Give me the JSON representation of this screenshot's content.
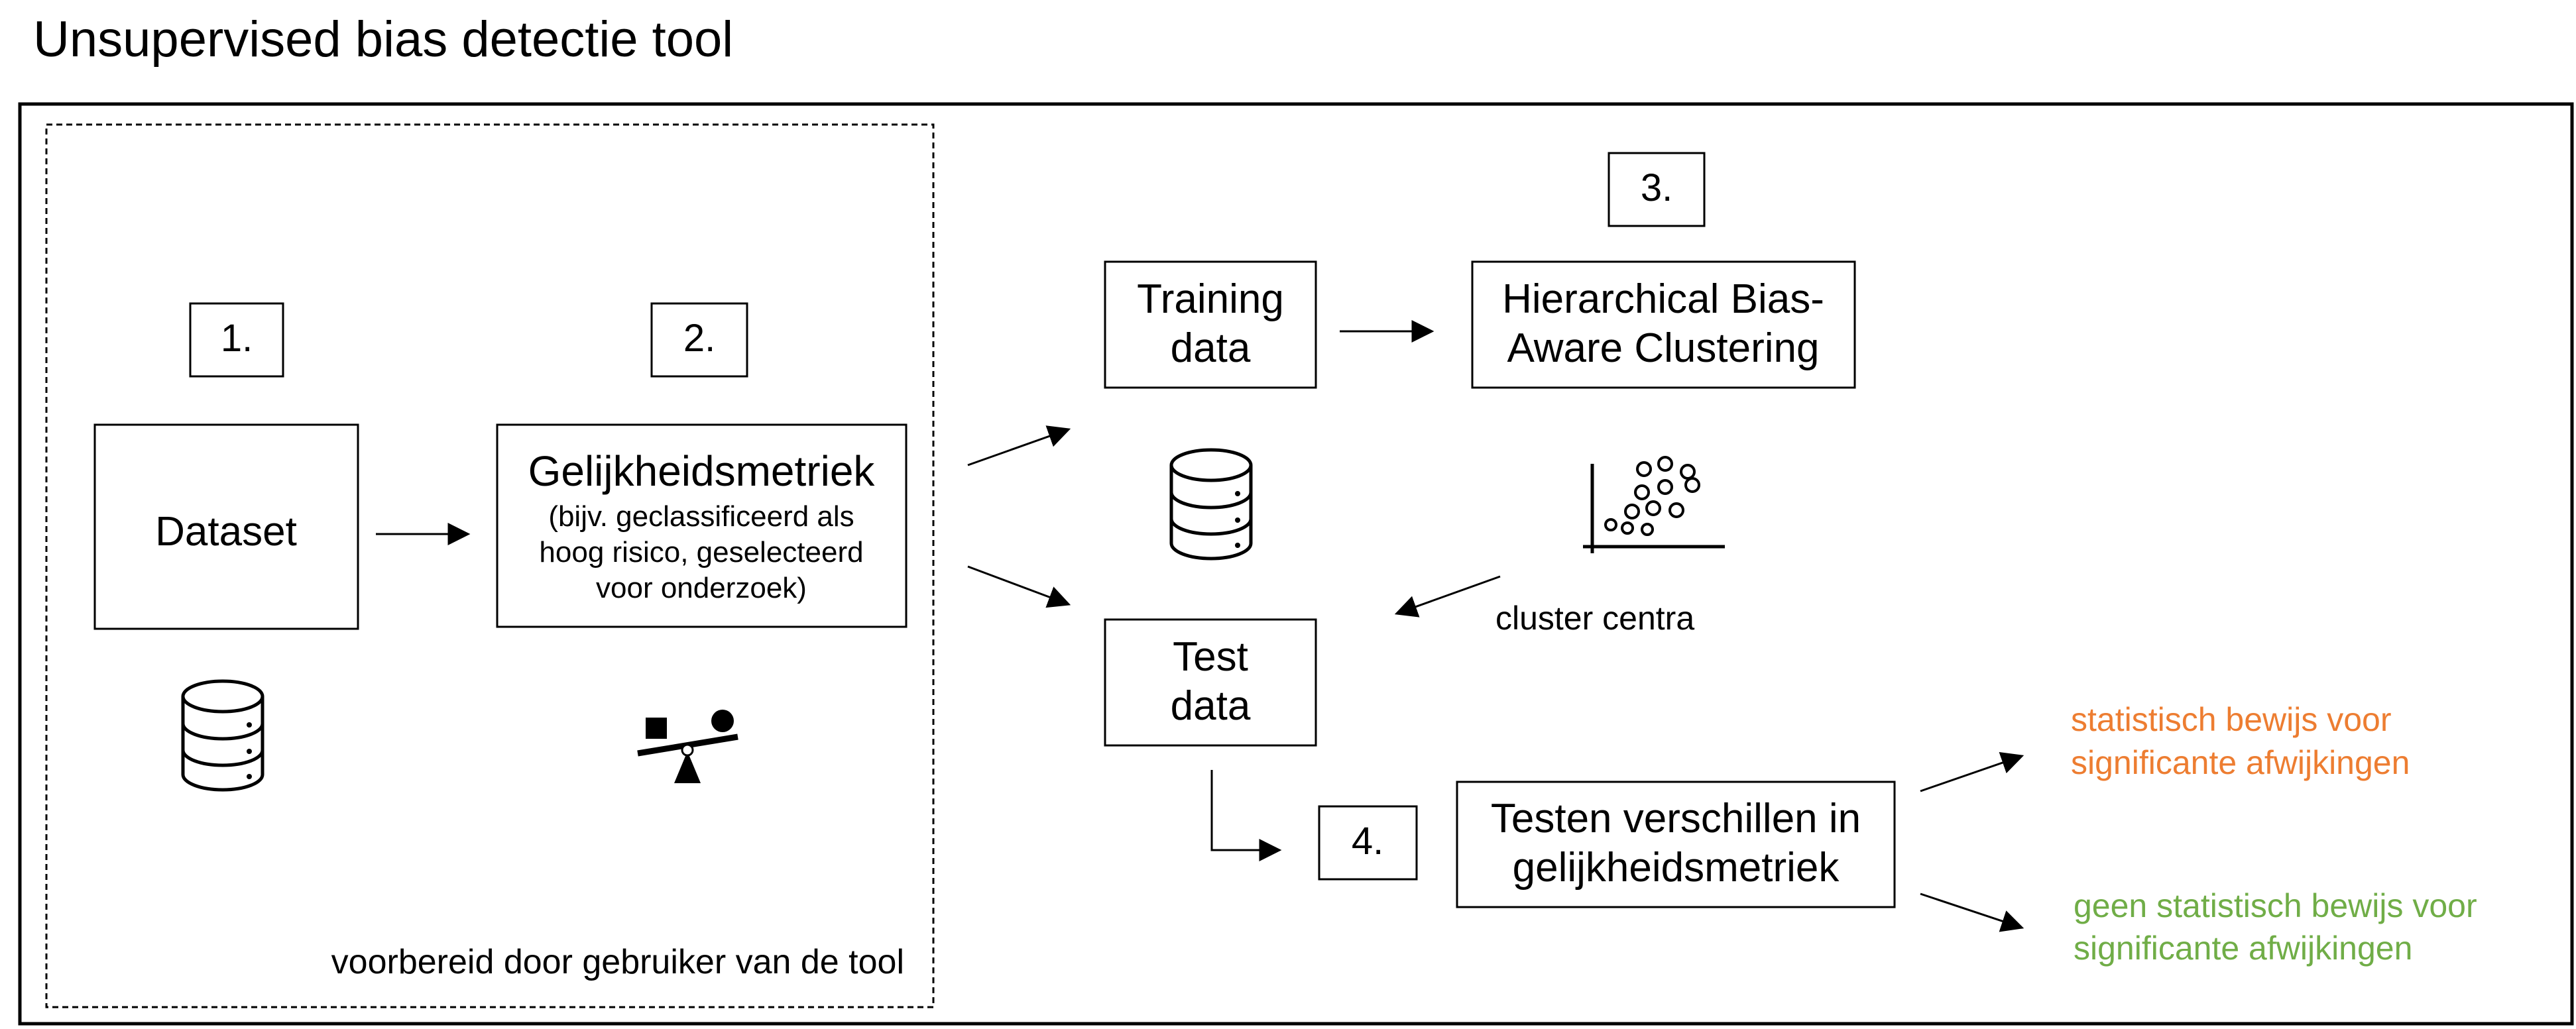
{
  "title": "Unsupervised bias detectie tool",
  "steps": {
    "step1": "1.",
    "step2": "2.",
    "step3": "3.",
    "step4": "4."
  },
  "boxes": {
    "dataset": "Dataset",
    "metric_title": "Gelijkheidsmetriek",
    "metric_desc": [
      "(bijv. geclassificeerd als",
      "hoog risico, geselecteerd",
      "voor onderzoek)"
    ],
    "training": [
      "Training",
      "data"
    ],
    "clustering": [
      "Hierarchical Bias-",
      "Aware Clustering"
    ],
    "test": [
      "Test",
      "data"
    ],
    "testing": [
      "Testen verschillen in",
      "gelijkheidsmetriek"
    ]
  },
  "labels": {
    "prepared": "voorbereid door gebruiker van de tool",
    "cluster_centra": "cluster centra",
    "outcome_yes": [
      "statistisch bewijs voor",
      "significante afwijkingen"
    ],
    "outcome_no": [
      "geen statistisch bewijs voor",
      "significante afwijkingen"
    ]
  },
  "icons": [
    "database-icon",
    "balance-scale-icon",
    "scatter-cluster-icon"
  ],
  "colors": {
    "outcome_yes": "#ED7D31",
    "outcome_no": "#70AD47",
    "stroke": "#000000"
  }
}
